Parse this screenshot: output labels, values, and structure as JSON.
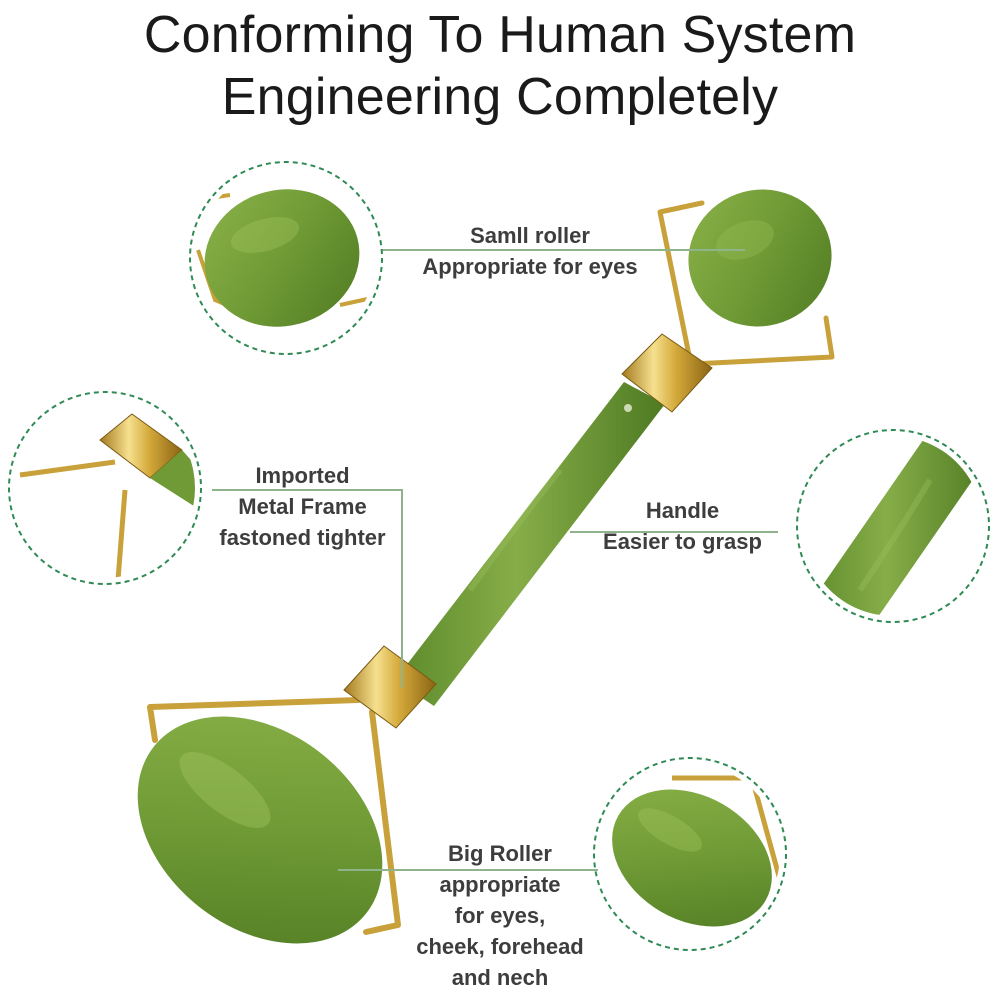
{
  "title": {
    "line1": "Conforming To Human System",
    "line2": "Engineering Completely"
  },
  "labels": {
    "small_roller": [
      "Samll roller",
      "Appropriate for eyes"
    ],
    "metal_frame": [
      "Imported",
      "Metal Frame",
      "fastoned tighter"
    ],
    "handle": [
      "Handle",
      "Easier to grasp"
    ],
    "big_roller": [
      "Big Roller",
      "appropriate",
      "for eyes,",
      "cheek, forehead",
      "and nech"
    ]
  },
  "colors": {
    "jade": "#6f9a35",
    "jade_dark": "#4f7a22",
    "gold": "#d4a93a",
    "callout_line": "#8fb48c",
    "dashed_circle": "#2f8a55",
    "text": "#3d3d3d"
  }
}
